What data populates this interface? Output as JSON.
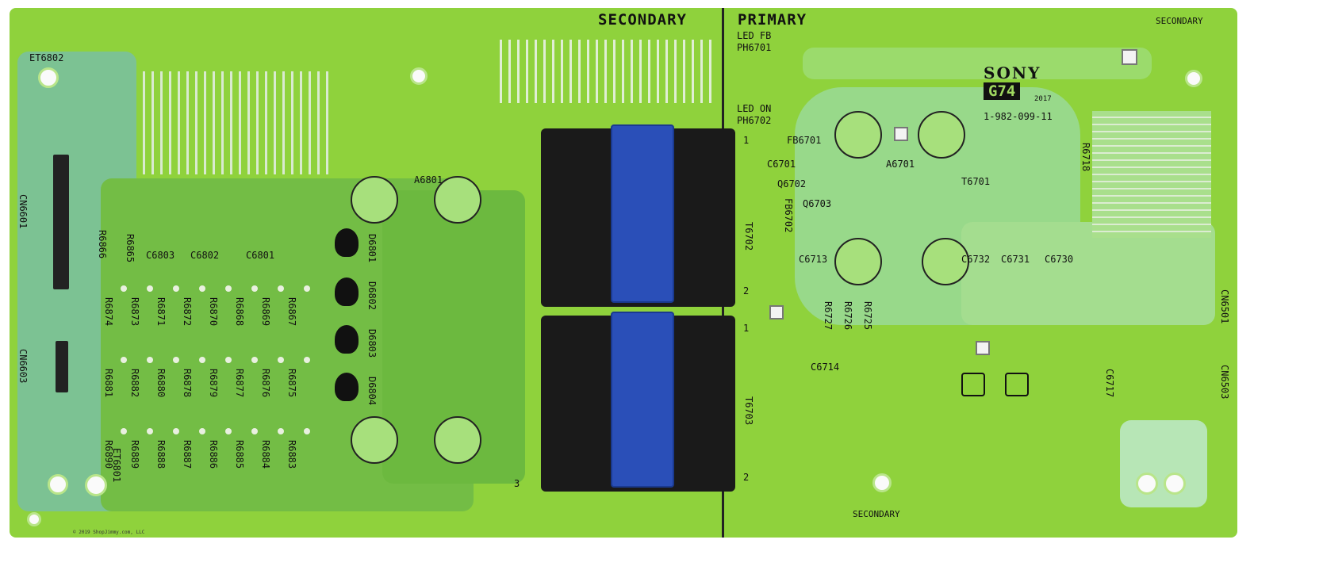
{
  "board": {
    "isolation_labels": {
      "divider_left": "SECONDARY",
      "divider_right": "PRIMARY",
      "top_right": "SECONDARY",
      "bottom": "SECONDARY"
    },
    "brand": {
      "name": "SONY",
      "model": "G74",
      "year": "2017",
      "part_number": "1-982-099-11"
    },
    "optocouplers": [
      {
        "func": "LED FB",
        "ref": "PH6701"
      },
      {
        "func": "LED ON",
        "ref": "PH6702"
      }
    ],
    "connectors": [
      "CN6601",
      "CN6603",
      "CN6501",
      "CN6503"
    ],
    "mount_labels": [
      "ET6802",
      "ET6801"
    ],
    "transformers": [
      "T6702",
      "T6703",
      "T6701"
    ],
    "diodes": [
      "D6801",
      "D6802",
      "D6803",
      "D6804"
    ],
    "components": [
      "A6801",
      "A6701",
      "FB6701",
      "C6701",
      "Q6702",
      "Q6703",
      "FB6702",
      "C6713",
      "R6718",
      "C6732",
      "C6731",
      "C6730",
      "C6714",
      "C6717",
      "R6727",
      "R6726",
      "R6725",
      "C6803",
      "C6802",
      "C6801",
      "R6866",
      "R6865"
    ],
    "resistors_row1": [
      "R6874",
      "R6873",
      "R6871",
      "R6872",
      "R6870",
      "R6868",
      "R6869",
      "R6867"
    ],
    "resistors_row2": [
      "R6881",
      "R6882",
      "R6880",
      "R6878",
      "R6879",
      "R6877",
      "R6876",
      "R6875"
    ],
    "resistors_row3": [
      "R6890",
      "R6889",
      "R6888",
      "R6887",
      "R6886",
      "R6885",
      "R6884",
      "R6883"
    ],
    "pin_labels": [
      "1",
      "2",
      "1",
      "2",
      "3"
    ],
    "copyright": "© 2019 ShopJimmy.com, LLC"
  },
  "colors": {
    "board": "#8fd23c",
    "transformer_core": "#2a4fb8",
    "silkscreen": "#111111"
  }
}
